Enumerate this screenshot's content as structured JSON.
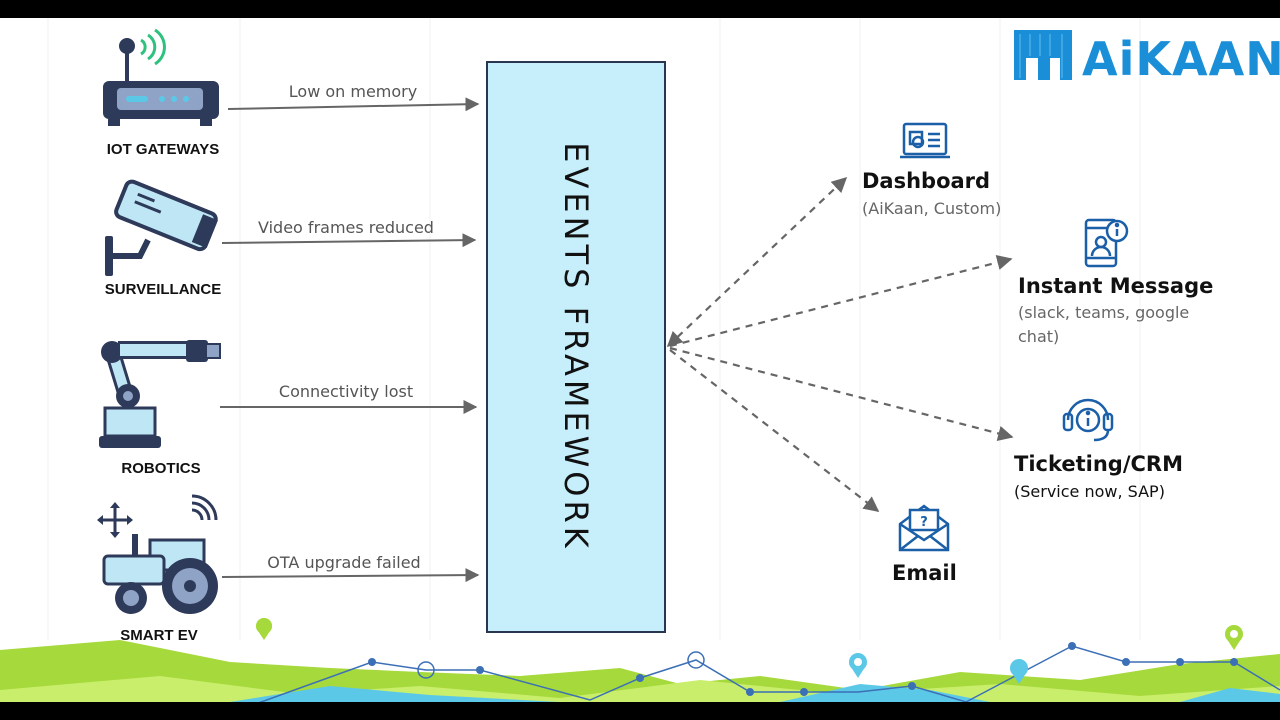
{
  "logo": {
    "text": "AiKAAN"
  },
  "framework": {
    "title": "EVENTS FRAMEWORK"
  },
  "sources": [
    {
      "label": "IOT GATEWAYS",
      "event": "Low on memory",
      "icon": "router-icon"
    },
    {
      "label": "SURVEILLANCE",
      "event": "Video frames reduced",
      "icon": "camera-icon"
    },
    {
      "label": "ROBOTICS",
      "event": "Connectivity lost",
      "icon": "robot-arm-icon"
    },
    {
      "label": "SMART EV",
      "event": "OTA upgrade failed",
      "icon": "tractor-icon"
    }
  ],
  "destinations": [
    {
      "title": "Dashboard",
      "subtitle": "(AiKaan, Custom)",
      "icon": "dashboard-icon"
    },
    {
      "title": "Instant Message",
      "subtitle": "(slack, teams, google chat)",
      "icon": "mobile-message-icon"
    },
    {
      "title": "Ticketing/CRM",
      "subtitle": "(Service now, SAP)",
      "icon": "headset-icon"
    },
    {
      "title": "Email",
      "subtitle": "",
      "icon": "email-icon"
    }
  ],
  "colors": {
    "framework_fill": "#c7eefb",
    "framework_border": "#2a3550",
    "icon_blue": "#1a5fa8",
    "logo_blue": "#1a8fd8",
    "arrow_gray": "#666666",
    "hill_green": "#a6d93b",
    "hill_blue": "#5cc8e8"
  }
}
